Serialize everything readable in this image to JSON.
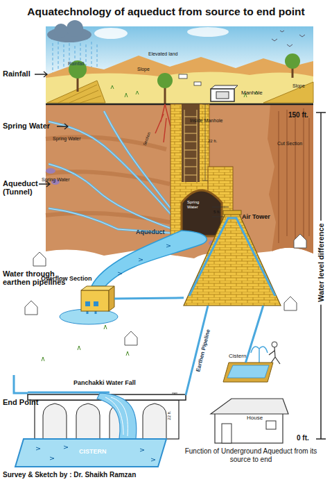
{
  "diagram": {
    "title": "Aquatechnology of aqueduct from source to end point",
    "caption": "Function of Underground Aqueduct from its source to end",
    "nodes": [
      {
        "text": [
          "Manhole"
        ]
      },
      {
        "text": [
          "Air Tower"
        ]
      },
      {
        "text": [
          "Overflow Section"
        ]
      },
      {
        "text": [
          "Cistern"
        ]
      },
      {
        "text": [
          "Panchakki Water Fall"
        ]
      },
      {
        "text": [
          "House"
        ]
      },
      {
        "text": [
          "CISTERN"
        ]
      }
    ],
    "edges": [
      {
        "from": 2,
        "to": 1,
        "arrow": "none"
      },
      {
        "from": 1,
        "to": 4,
        "label": "Earthen Pipeline",
        "arrow": "none"
      },
      {
        "from": 1,
        "to": 3,
        "arrow": "none"
      }
    ],
    "labels": [
      "Rainfall",
      "Rainfall",
      "Elevated land",
      "Slope",
      "Slope",
      "Spring Water",
      "150 ft.",
      "Spring Water",
      "Inside Manhole",
      "Section",
      "22 ft.",
      "Cut Section",
      "Spring Water",
      "Aqueduct (Tunnel)",
      "Spring Water",
      "5 ft.",
      "Aqueduct",
      "Water through earthen pipelines",
      "Water level difference",
      "End Point",
      "22 ft.",
      "0 ft.",
      "Survey & Sketch by : Dr. Shaikh Ramzan"
    ]
  }
}
